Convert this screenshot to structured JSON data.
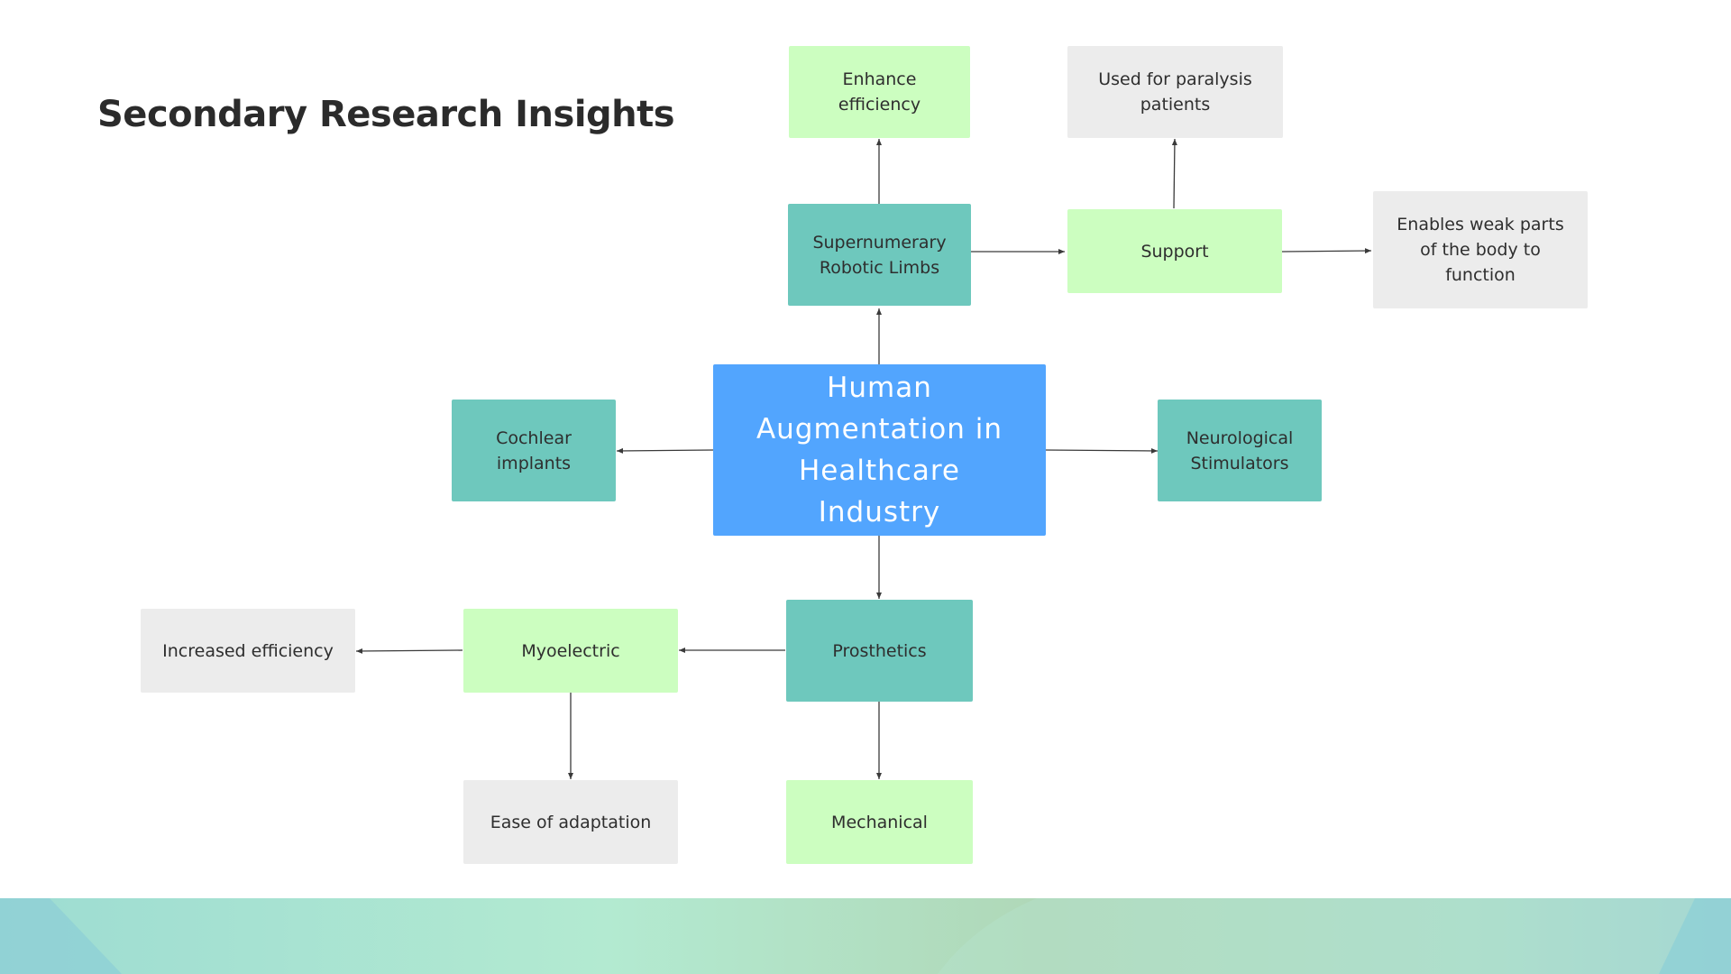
{
  "title": "Secondary Research Insights",
  "colors": {
    "center": "#52a5fe",
    "teal": "#6ec8bd",
    "green": "#ccfec0",
    "grey": "#ececec",
    "connector": "#3a3a3a"
  },
  "nodes": {
    "center": "Human Augmentation in Healthcare Industry",
    "supernumerary": "Supernumerary Robotic Limbs",
    "enhance_efficiency": "Enhance efficiency",
    "support": "Support",
    "paralysis": "Used for paralysis patients",
    "weak_parts": "Enables weak parts of the body to function",
    "cochlear": "Cochlear implants",
    "neurological": "Neurological Stimulators",
    "prosthetics": "Prosthetics",
    "myoelectric": "Myoelectric",
    "increased_efficiency": "Increased efficiency",
    "ease_adaptation": "Ease of adaptation",
    "mechanical": "Mechanical"
  }
}
